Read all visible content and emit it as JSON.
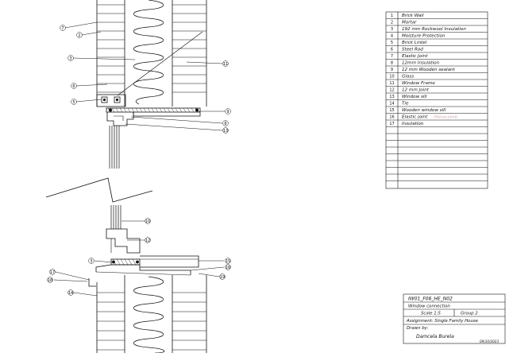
{
  "legend": [
    {
      "no": "1",
      "text": "Brick Wall"
    },
    {
      "no": "2",
      "text": "Mortar"
    },
    {
      "no": "3",
      "text": "192 mm Rockwool Insulation"
    },
    {
      "no": "4",
      "text": "Moisture Protection"
    },
    {
      "no": "5",
      "text": "Brick Lintel"
    },
    {
      "no": "6",
      "text": "Steel Rod"
    },
    {
      "no": "7",
      "text": "Elastic Joint"
    },
    {
      "no": "8",
      "text": "12mm Insulation"
    },
    {
      "no": "9",
      "text": "12 mm Wooden sealant"
    },
    {
      "no": "10",
      "text": "Glass"
    },
    {
      "no": "11",
      "text": "Window Frame"
    },
    {
      "no": "12",
      "text": "12 mm Joint"
    },
    {
      "no": "13",
      "text": "Window sill"
    },
    {
      "no": "14",
      "text": "Tie"
    },
    {
      "no": "15",
      "text": "Wooden window sill"
    },
    {
      "no": "16",
      "text": "Elastic joint",
      "note": "(Silicon Joint)"
    },
    {
      "no": "17",
      "text": "Insulation"
    }
  ],
  "title_block": {
    "drawing_id": "IW01_F06_HE_N02",
    "title": "Window connection",
    "scale": "Scale 1:5",
    "group": "Group 2",
    "assignment": "Assignment: Single Family House",
    "drawn_by_label": "Drawn by:",
    "author": "Damcela Burela",
    "date": "09/10/2023"
  },
  "callouts_top": [
    "7",
    "2",
    "3",
    "6",
    "5",
    "11",
    "9",
    "8",
    "13"
  ],
  "callouts_bottom": [
    "10",
    "12",
    "3",
    "15",
    "16",
    "17",
    "18",
    "19",
    "14"
  ]
}
